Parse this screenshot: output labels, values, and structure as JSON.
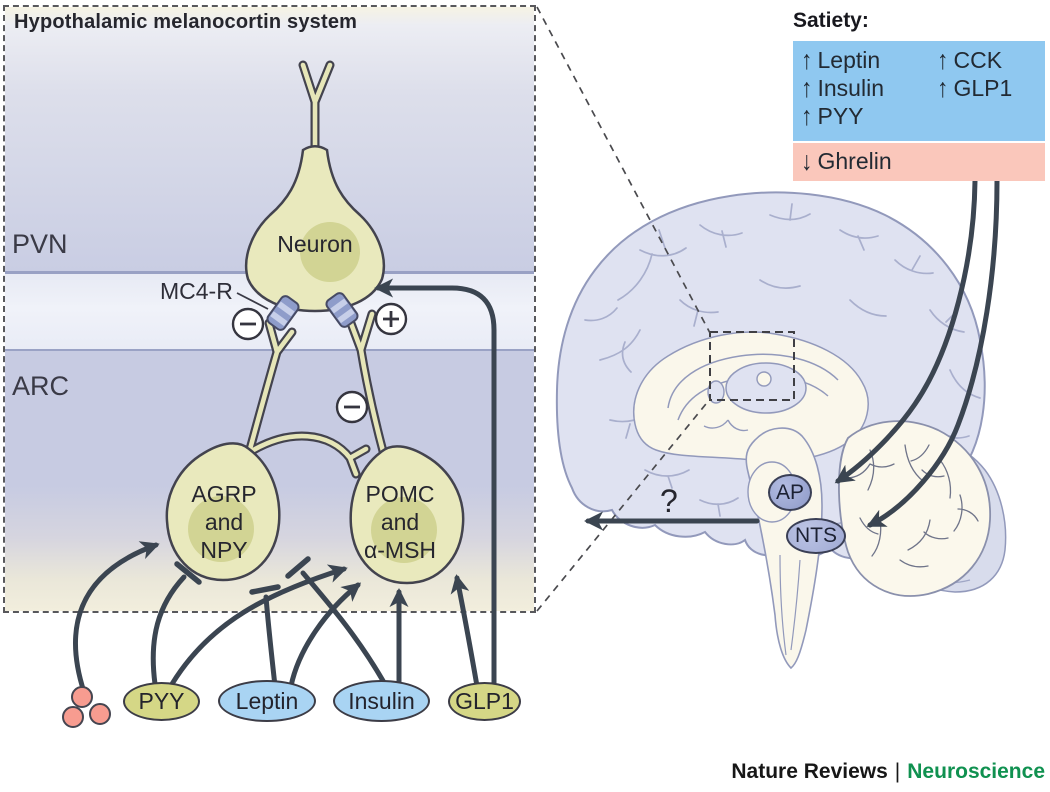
{
  "panel": {
    "title": "Hypothalamic melanocortin system",
    "regions": [
      {
        "label": "PVN"
      },
      {
        "label": "ARC"
      }
    ],
    "receptor_label": "MC4-R",
    "pvn_neuron_label": "Neuron",
    "arc_neurons": [
      {
        "lines": [
          "AGRP",
          "and",
          "NPY"
        ]
      },
      {
        "lines": [
          "POMC",
          "and",
          "α-MSH"
        ]
      }
    ],
    "signs": {
      "agrp_on_neuron": "−",
      "pomc_on_neuron": "+",
      "agrp_on_pomc": "−"
    }
  },
  "hormones": [
    {
      "label": "PYY",
      "style": "olive"
    },
    {
      "label": "Leptin",
      "style": "blue"
    },
    {
      "label": "Insulin",
      "style": "blue"
    },
    {
      "label": "GLP1",
      "style": "olive"
    }
  ],
  "ghrelin_particles": {
    "count": 3,
    "color": "#F79C90"
  },
  "satiety": {
    "title": "Satiety:",
    "increased": [
      {
        "arrow": "↑",
        "label": "Leptin"
      },
      {
        "arrow": "↑",
        "label": "Insulin"
      },
      {
        "arrow": "↑",
        "label": "PYY"
      },
      {
        "arrow": "↑",
        "label": "CCK"
      },
      {
        "arrow": "↑",
        "label": "GLP1"
      }
    ],
    "decreased": [
      {
        "arrow": "↓",
        "label": "Ghrelin"
      }
    ],
    "colors": {
      "increased_bg": "#8FC8F0",
      "decreased_bg": "#FAC7BB"
    }
  },
  "brainstem_nuclei": [
    {
      "label": "AP"
    },
    {
      "label": "NTS"
    }
  ],
  "unknown_pathway_label": "?",
  "footer": {
    "brand": "Nature Reviews",
    "divider": "|",
    "journal": "Neuroscience",
    "journal_color": "#109150"
  },
  "colors": {
    "arrow": "#3B4551",
    "neuron_fill": "#E9E9BD",
    "neuron_nucleus": "#D2D494",
    "receptor_fill": "#8E9CCA",
    "olive_pill": "#D5D786",
    "blue_pill": "#A9D4F3",
    "brain_cortex": "#DFE2F1",
    "brain_cream": "#FAF7EB"
  }
}
